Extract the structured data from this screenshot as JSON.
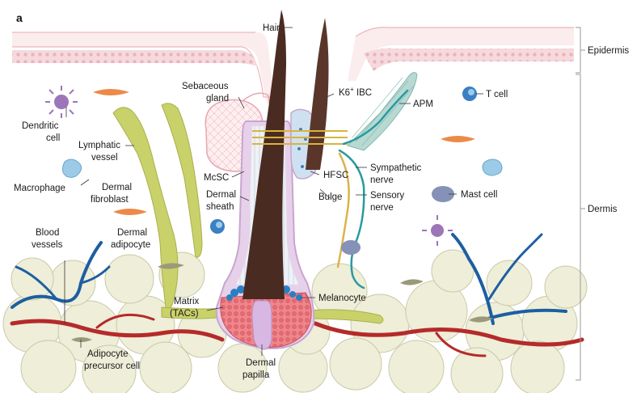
{
  "panel_label": "a",
  "labels": {
    "hair": "Hair",
    "sebaceous_1": "Sebaceous",
    "sebaceous_2": "gland",
    "k6_ibc_prefix": "K6",
    "k6_ibc_sup": "+",
    "k6_ibc_suffix": " IBC",
    "apm": "APM",
    "t_cell": "T cell",
    "dendritic_1": "Dendritic",
    "dendritic_2": "cell",
    "lymphatic_1": "Lymphatic",
    "lymphatic_2": "vessel",
    "mcsc": "McSC",
    "dermal_sheath_1": "Dermal",
    "dermal_sheath_2": "sheath",
    "hfsc": "HFSC",
    "bulge": "Bulge",
    "sympathetic_1": "Sympathetic",
    "sympathetic_2": "nerve",
    "sensory_1": "Sensory",
    "sensory_2": "nerve",
    "mast_cell": "Mast cell",
    "macrophage": "Macrophage",
    "dermal_fibroblast_1": "Dermal",
    "dermal_fibroblast_2": "fibroblast",
    "dermal_adipocyte_1": "Dermal",
    "dermal_adipocyte_2": "adipocyte",
    "blood_1": "Blood",
    "blood_2": "vessels",
    "matrix_1": "Matrix",
    "matrix_2": "(TACs)",
    "melanocyte": "Melanocyte",
    "adipocyte_precursor_1": "Adipocyte",
    "adipocyte_precursor_2": "precursor cell",
    "dermal_papilla_1": "Dermal",
    "dermal_papilla_2": "papilla",
    "epidermis": "Epidermis",
    "dermis": "Dermis"
  },
  "colors": {
    "epidermis_fill": "#f6d9dc",
    "epidermis_edge": "#e7a7b0",
    "hair_shaft": "#4a2b22",
    "sheath_fill": "#eef1f6",
    "sheath_edge": "#c7a5cf",
    "matrix_fill": "#f0868c",
    "papilla_fill": "#d9b7e3",
    "melanocyte": "#2a7fc4",
    "lymphatic": "#c9d16a",
    "blood_red": "#b52a2a",
    "blood_blue": "#1d5fa0",
    "adipocyte_fill": "#eeeed9",
    "nerve_teal": "#2a9aa0",
    "nerve_yellow": "#d9b44a",
    "apm_fill": "#b7d9d2",
    "fibroblast": "#ec8a4a",
    "dendritic": "#9e75b8",
    "macrophage": "#9ccbe7",
    "mast_cell": "#8591b7",
    "tcell": "#3b7fc4",
    "gland_fill": "#fdeff0",
    "collar_gold": "#d8b53a",
    "bracket": "#999999"
  }
}
